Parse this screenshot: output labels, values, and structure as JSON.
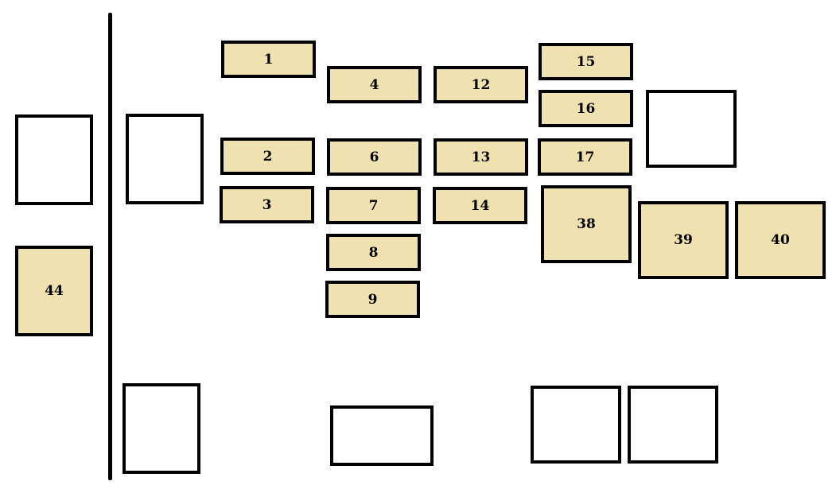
{
  "colors": {
    "fuse_fill": "#efe2b0",
    "empty_fill": "#ffffff",
    "outline": "#000000"
  },
  "fuses": [
    {
      "id": "f1",
      "label": "1"
    },
    {
      "id": "f2",
      "label": "2"
    },
    {
      "id": "f3",
      "label": "3"
    },
    {
      "id": "f4",
      "label": "4"
    },
    {
      "id": "f6",
      "label": "6"
    },
    {
      "id": "f7",
      "label": "7"
    },
    {
      "id": "f8",
      "label": "8"
    },
    {
      "id": "f9",
      "label": "9"
    },
    {
      "id": "f12",
      "label": "12"
    },
    {
      "id": "f13",
      "label": "13"
    },
    {
      "id": "f14",
      "label": "14"
    },
    {
      "id": "f15",
      "label": "15"
    },
    {
      "id": "f16",
      "label": "16"
    },
    {
      "id": "f17",
      "label": "17"
    },
    {
      "id": "f38",
      "label": "38"
    },
    {
      "id": "f39",
      "label": "39"
    },
    {
      "id": "f40",
      "label": "40"
    },
    {
      "id": "f44",
      "label": "44"
    }
  ]
}
